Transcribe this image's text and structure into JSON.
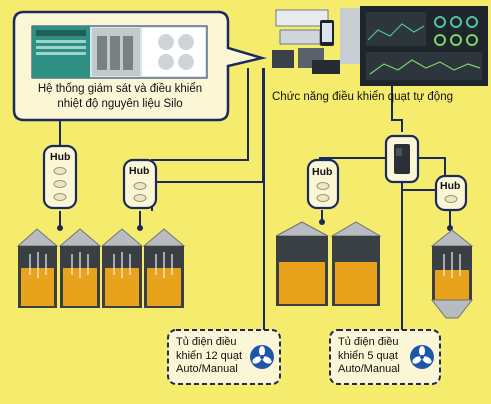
{
  "palette": {
    "background": "#f5ec6e",
    "line": "#1a2a5c",
    "box_fill": "#fbf6d6",
    "grain": "#e8a21c",
    "silo_body": "#3a3f44",
    "roof": "#b8bcc0",
    "fan_blue": "#1f56a8"
  },
  "monitoring_panel": {
    "caption_line1": "Hệ thống giám sát và điều khiển",
    "caption_line2": "nhiệt độ nguyên liệu Silo"
  },
  "auto_fan": {
    "caption": "Chức năng điều khiển quạt tự động"
  },
  "hubs": [
    {
      "label": "Hub"
    },
    {
      "label": "Hub"
    },
    {
      "label": "Hub"
    },
    {
      "label": "Hub"
    }
  ],
  "cabinets": [
    {
      "line1": "Tủ điện điều",
      "line2": "khiển 12 quạt",
      "line3": "Auto/Manual",
      "icon": "fan-icon"
    },
    {
      "line1": "Tủ điện điều",
      "line2": "khiển 5 quạt",
      "line3": "Auto/Manual",
      "icon": "fan-icon"
    }
  ]
}
